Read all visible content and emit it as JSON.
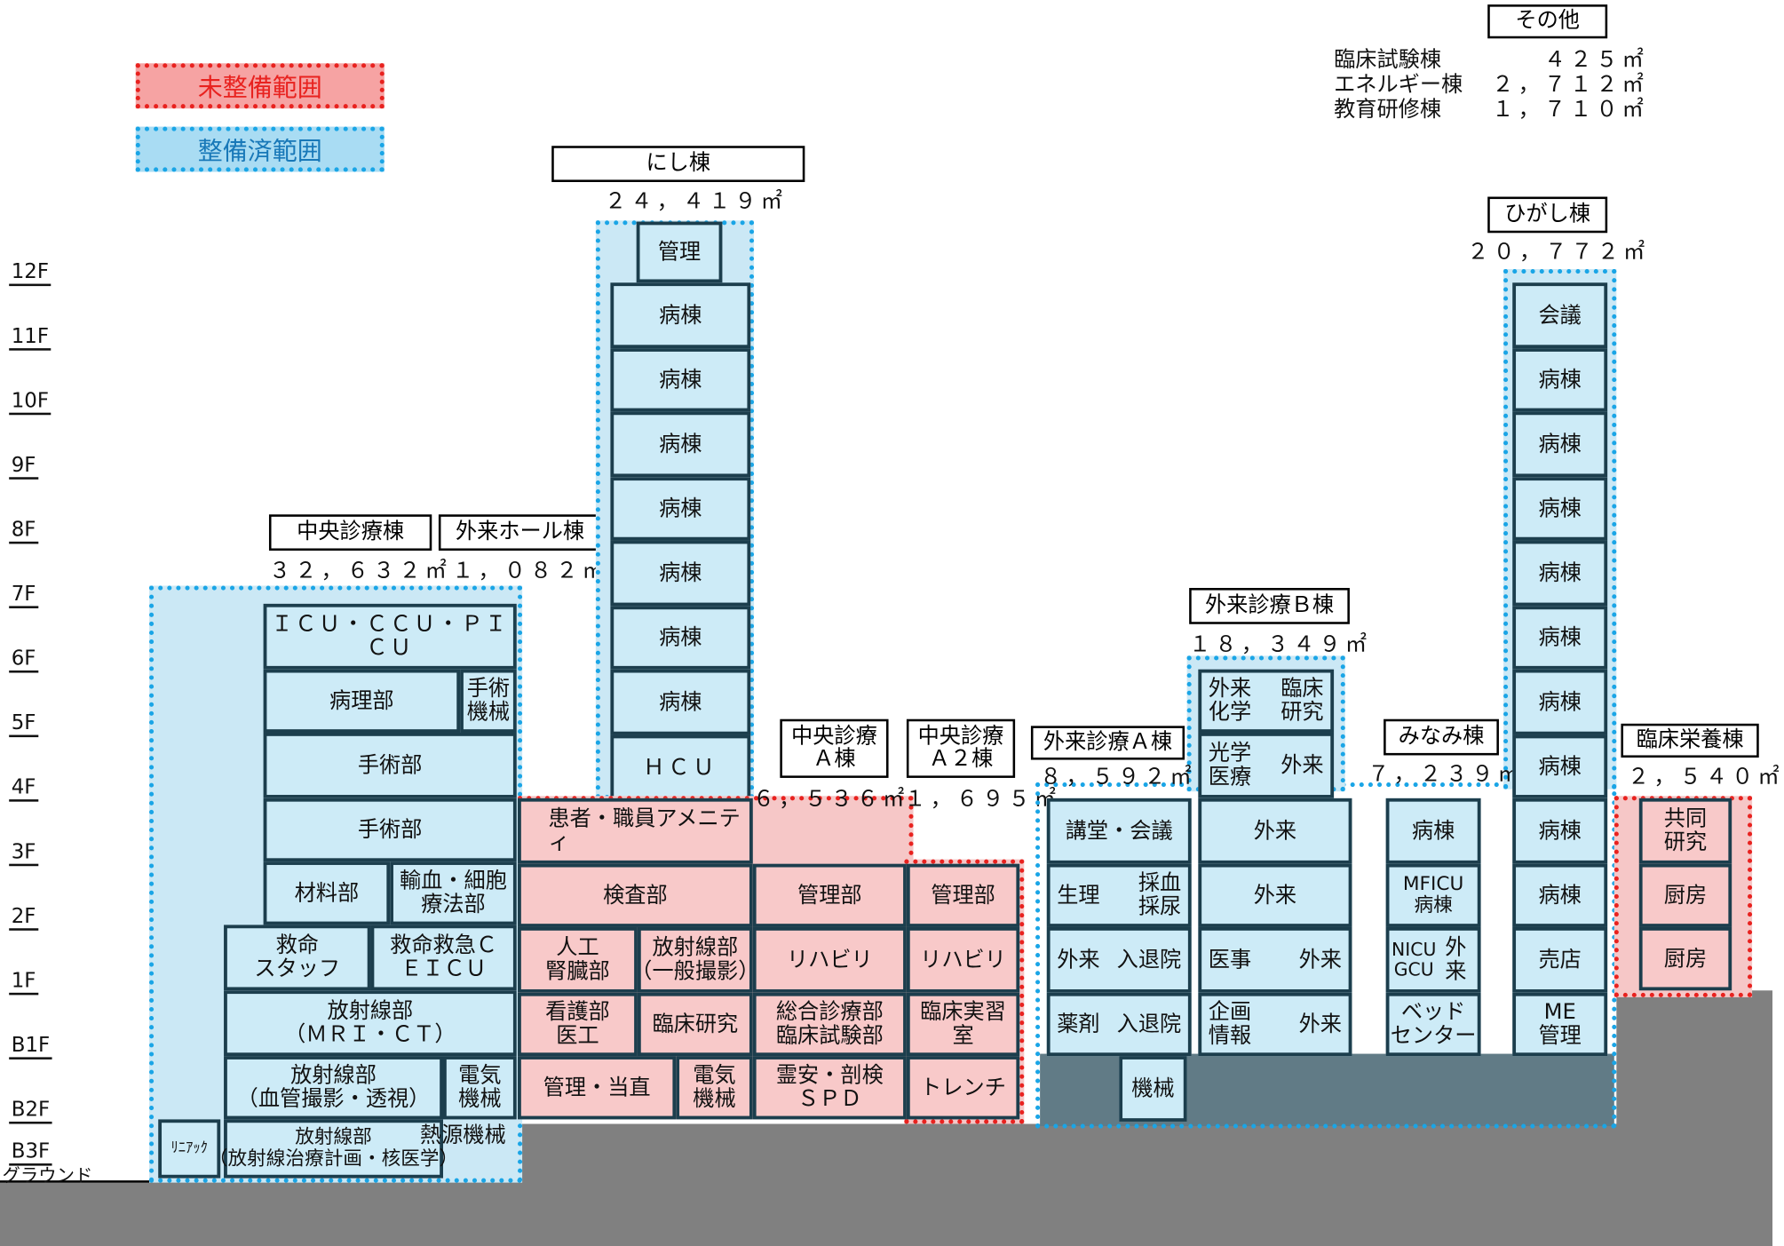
{
  "legend": {
    "undeveloped": "未整備範囲",
    "developed": "整備済範囲",
    "undeveloped_color": "#e8221f",
    "developed_color": "#1aa5e6"
  },
  "others": {
    "title": "その他",
    "rows": [
      {
        "name": "臨床試験棟",
        "area": "４２５㎡"
      },
      {
        "name": "エネルギー棟",
        "area": "２，７１２㎡"
      },
      {
        "name": "教育研修棟",
        "area": "１，７１０㎡"
      }
    ]
  },
  "floors": [
    "12F",
    "11F",
    "10F",
    "9F",
    "8F",
    "7F",
    "6F",
    "5F",
    "4F",
    "3F",
    "2F",
    "1F",
    "B1F",
    "B2F",
    "B3F"
  ],
  "ground_label": "グラウンド",
  "buildings": {
    "central": {
      "name": "中央診療棟",
      "area": "３２，６３２㎡"
    },
    "hall": {
      "name": "外来ホール棟",
      "area": "１，０８２㎡"
    },
    "west": {
      "name": "にし棟",
      "area": "２４，４１９㎡"
    },
    "central_a": {
      "name": "中央診療\nＡ棟",
      "area": "６，５３６㎡"
    },
    "central_a2": {
      "name": "中央診療\nＡ２棟",
      "area": "１，６９５㎡"
    },
    "outpatient_a": {
      "name": "外来診療Ａ棟",
      "area": "８，５９２㎡"
    },
    "outpatient_b": {
      "name": "外来診療Ｂ棟",
      "area": "１８，３４９㎡"
    },
    "south": {
      "name": "みなみ棟",
      "area": "７，２３９㎡"
    },
    "east": {
      "name": "ひがし棟",
      "area": "２０，７７２㎡"
    },
    "nutrition": {
      "name": "臨床栄養棟",
      "area": "２，５４０㎡"
    }
  },
  "rooms": {
    "icu": "ＩＣＵ・ＣＣＵ・ＰＩＣＵ",
    "pathology": "病理部",
    "surgery_equipment": "手術\n機械",
    "surgery": "手術部",
    "materials": "材料部",
    "transfusion": "輸血・細胞\n療法部",
    "emergency_staff": "救命\nスタッフ",
    "eicu": "救命救急Ｃ\nＥＩＣＵ",
    "radiology_mri": "放射線部\n（ＭＲＩ・ＣＴ）",
    "radiology_angio": "放射線部\n（血管撮影・透視）",
    "electrical": "電気\n機械",
    "linac": "ﾘﾆｱｯｸ",
    "radiology_rt": "放射線部\n（放射線治療計画・核医学）",
    "heat_source": "熱源機械",
    "admin": "管理",
    "ward": "病棟",
    "hcu": "ＨＣＵ",
    "amenity": "患者・職員アメニティ",
    "lab": "検査部",
    "admin_dept": "管理部",
    "dialysis": "人工\n腎臓部",
    "radiology_general": "放射線部\n（一般撮影）",
    "rehab": "リハビリ",
    "nursing": "看護部\n医工",
    "clinical_research": "臨床研究",
    "general_medicine": "総合診療部\n臨床試験部",
    "clinical_training": "臨床実習室",
    "admin_duty": "管理・当直",
    "morgue": "霊安・剖検\nＳＰＤ",
    "trench": "トレンチ",
    "lecture": "講堂・会議",
    "physiology": "生理",
    "blood_sampling": "採血\n採尿",
    "outpatient": "外来",
    "admission": "入退院",
    "pharmacy": "薬剤",
    "machine": "機械",
    "outpatient_chem": "外来\n化学",
    "clinical_research_b": "臨床\n研究",
    "photo_medicine": "光学\n医療",
    "medical_affairs": "医事",
    "planning": "企画\n情報",
    "mficu": "MFICU\n病棟",
    "nicu": "NICU\nGCU",
    "bed_center": "ベッド\nセンター",
    "meeting": "会議",
    "shop": "売店",
    "me_admin": "ME\n管理",
    "joint_research": "共同\n研究",
    "kitchen": "厨房"
  }
}
